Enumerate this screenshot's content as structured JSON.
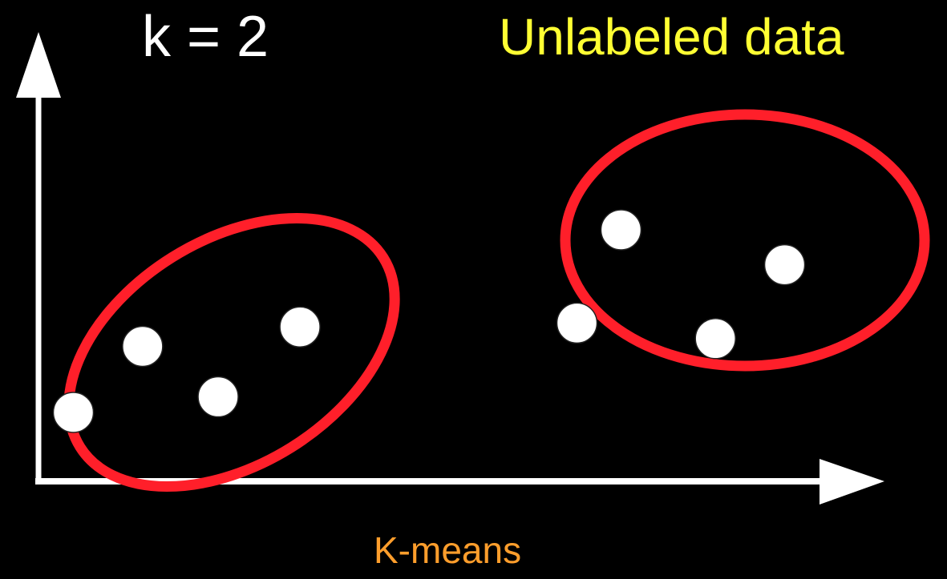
{
  "k_label": "k = 2",
  "title": "Unlabeled data",
  "caption": "K-means",
  "colors": {
    "background": "#000000",
    "axes": "#ffffff",
    "points": "#ffffff",
    "cluster_outline": "#ff1f2a",
    "k_label": "#ffffff",
    "title": "#ffff33",
    "caption": "#ff9e2c"
  },
  "chart_data": {
    "type": "scatter",
    "title": "Unlabeled data",
    "xlabel": "",
    "ylabel": "",
    "grid": false,
    "k": 2,
    "clusters": [
      {
        "points": [
          [
            1.0,
            1.3
          ],
          [
            2.1,
            3.0
          ],
          [
            3.3,
            1.7
          ],
          [
            4.6,
            3.5
          ]
        ]
      },
      {
        "points": [
          [
            9.0,
            3.6
          ],
          [
            9.7,
            6.0
          ],
          [
            11.2,
            3.2
          ],
          [
            12.3,
            5.1
          ]
        ]
      }
    ]
  }
}
